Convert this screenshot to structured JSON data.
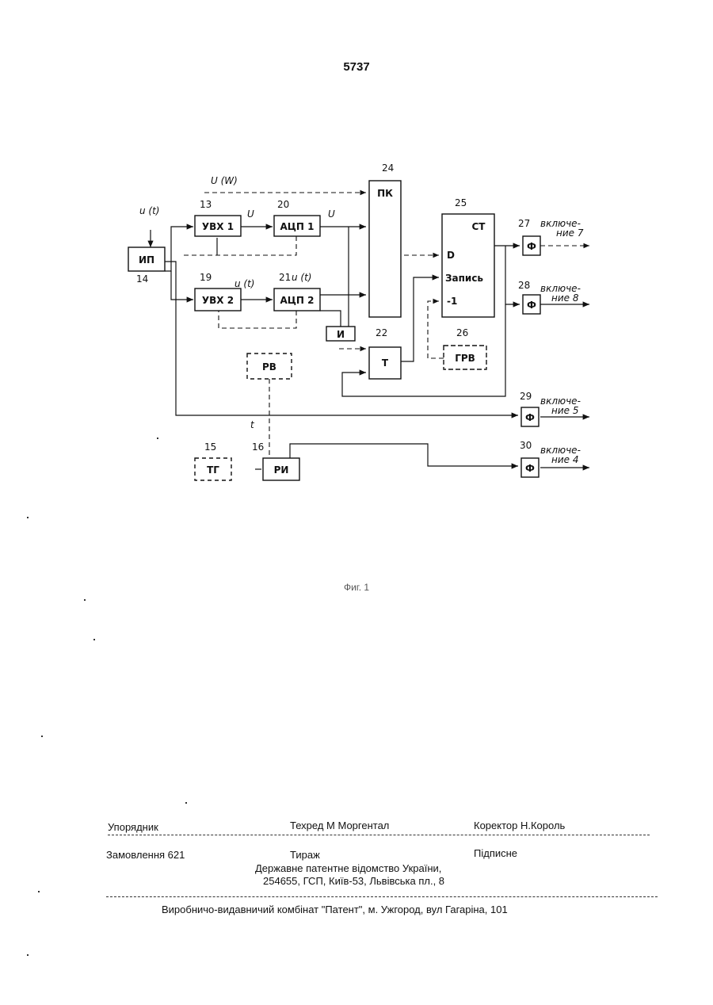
{
  "page": {
    "number": "5737"
  },
  "diagram": {
    "blocks": {
      "ip": "ИП",
      "uvx1": "УВХ 1",
      "uvx2": "УВХ 2",
      "acp1": "АЦП 1",
      "acp2": "АЦП 2",
      "pk": "ПК",
      "st": "СТ",
      "st_d": "D",
      "st_write": "Запись",
      "st_minus1": "-1",
      "and": "И",
      "t": "Т",
      "grv": "ГРВ",
      "pv": "РВ",
      "tg": "ТГ",
      "ri": "РИ",
      "f": "Ф"
    },
    "numbers": [
      "13",
      "14",
      "15",
      "16",
      "19",
      "20",
      "21",
      "22",
      "24",
      "25",
      "26",
      "27",
      "28",
      "29",
      "30"
    ],
    "signals": {
      "input": "u (t)",
      "u1": "U",
      "u2": "u (t)",
      "u1bar": "U",
      "u2bar": "u (t)",
      "top": "U (W)",
      "ti": "t"
    },
    "outputs": {
      "o27a": "включе-",
      "o27b": "ние 7",
      "o28a": "включе-",
      "o28b": "ние 8",
      "o29a": "включе-",
      "o29b": "ние 5",
      "o30a": "включе-",
      "o30b": "ние 4"
    },
    "caption": "Фиг. 1"
  },
  "footer": {
    "compiler": "Упорядник",
    "techred": "Техред М Моргентал",
    "corrector": "Коректор  Н.Король",
    "order": "Замовлення 621",
    "circulation": "Тираж",
    "subscription": "Підписне",
    "office_line1": "Державне патентне відомство України,",
    "office_line2": "254655, ГСП, Київ-53, Львівська пл., 8",
    "publisher": "Виробничо-видавничий комбінат  \"Патент\", м. Ужгород, вул Гагаріна, 101"
  }
}
